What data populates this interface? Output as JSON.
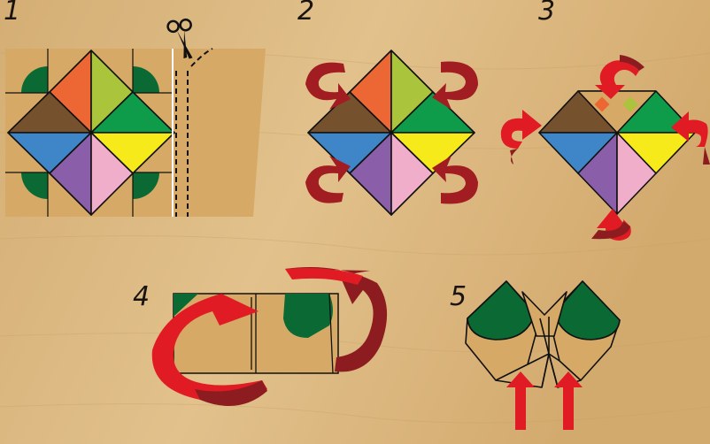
{
  "steps": [
    {
      "number": "1"
    },
    {
      "number": "2"
    },
    {
      "number": "3"
    },
    {
      "number": "4"
    },
    {
      "number": "5"
    }
  ],
  "colors": {
    "background": "#d9b67e",
    "paper": "#d6a966",
    "outline": "#111111",
    "orange": "#ec6733",
    "lime": "#aac43c",
    "brown": "#76512e",
    "green": "#0e9c4b",
    "blue": "#3e86c8",
    "yellow": "#f7ea1b",
    "purple": "#8a5ea8",
    "pink": "#f1aecb",
    "dark_green": "#0b6a34",
    "arrow_red": "#e01b24",
    "arrow_dark": "#8c1c1f"
  },
  "icons": [
    "scissors-icon",
    "fold-arrow-icon",
    "push-up-arrow-icon"
  ]
}
